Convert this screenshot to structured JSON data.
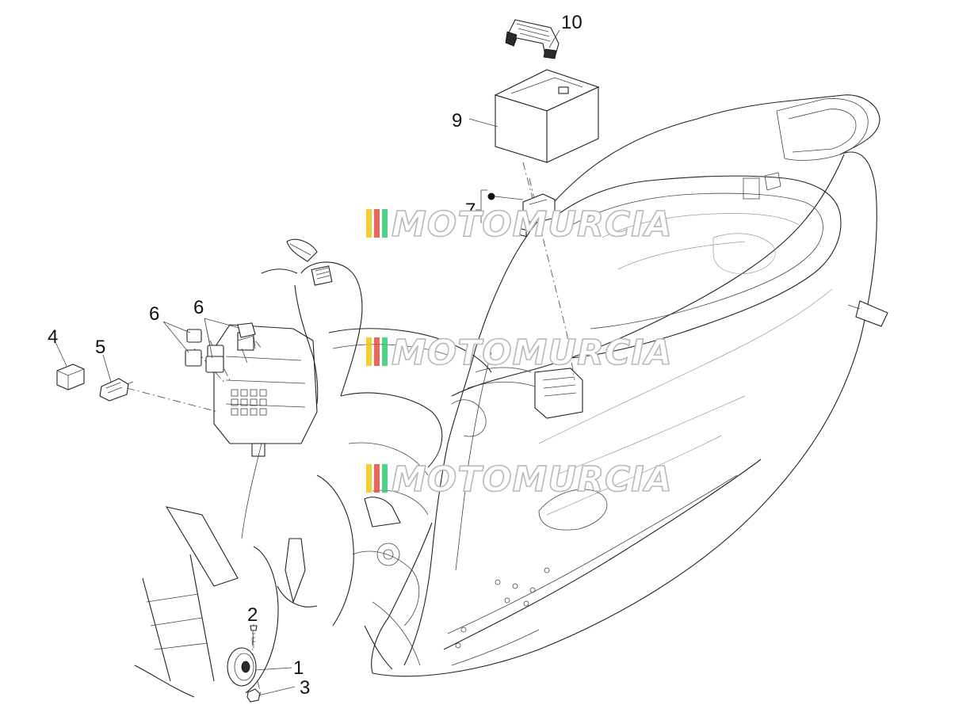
{
  "callouts": {
    "c1": "1",
    "c2": "2",
    "c3": "3",
    "c4": "4",
    "c5": "5",
    "c6a": "6",
    "c6b": "6",
    "c7": "7",
    "c9": "9",
    "c10": "10"
  },
  "watermark": {
    "text": "MOTOMURCIA",
    "stripe_colors": [
      "#f1c40f",
      "#e74c3c",
      "#2ecc71"
    ]
  }
}
